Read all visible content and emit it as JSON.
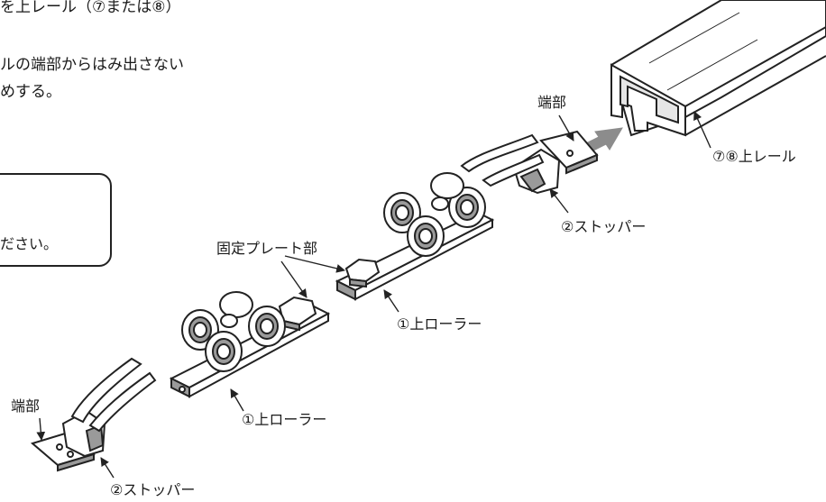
{
  "instructions": {
    "line1": "を上レール（⑦または⑧）",
    "line2": "ルの端部からはみ出さない",
    "line3": "めする。"
  },
  "note": {
    "text": "ださい。"
  },
  "labels": {
    "end_top": "端部",
    "end_bottom": "端部",
    "fixed_plate": "固定プレート部",
    "roller_upper": "①上ローラー",
    "roller_lower": "①上ローラー",
    "stopper_upper": "②ストッパー",
    "stopper_lower": "②ストッパー",
    "rail": "⑦⑧上レール"
  },
  "colors": {
    "line": "#222222",
    "part_fill": "#ffffff",
    "shade": "#9a9a9a",
    "arrow": "#8c8c8c"
  }
}
